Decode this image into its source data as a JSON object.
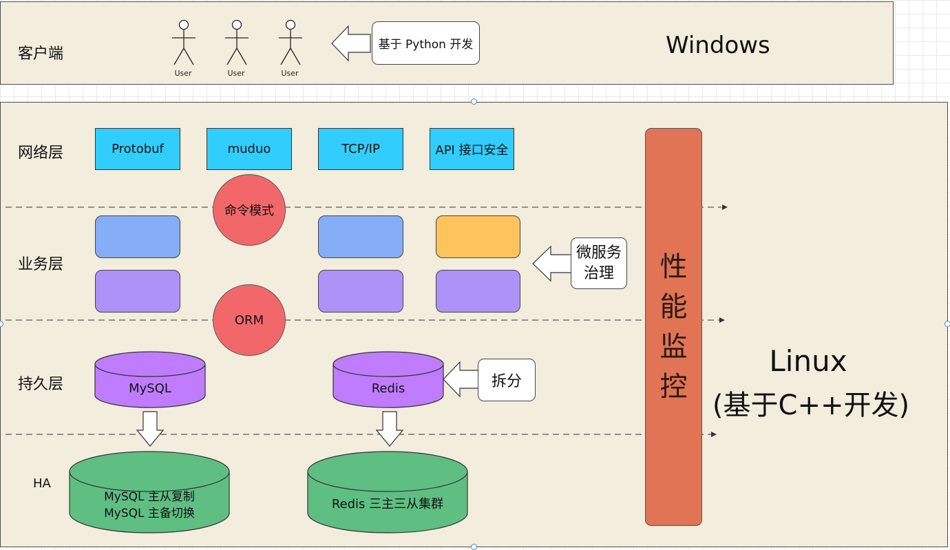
{
  "client": {
    "label": "客户端",
    "users": [
      "User",
      "User",
      "User"
    ],
    "dev_note": "基于 Python 开发",
    "os": "Windows"
  },
  "layers": {
    "network": "网络层",
    "business": "业务层",
    "persistence": "持久层",
    "ha": "HA"
  },
  "network_items": [
    "Protobuf",
    "muduo",
    "TCP/IP",
    "API 接口安全"
  ],
  "patterns": {
    "command": "命令模式",
    "orm": "ORM"
  },
  "microservice_note": "微服务\n治理",
  "storage": {
    "mysql": "MySQL",
    "redis": "Redis",
    "split_note": "拆分",
    "mysql_ha_line1": "MySQL 主从复制",
    "mysql_ha_line2": "MySQL 主备切换",
    "redis_ha": "Redis 三主三从集群"
  },
  "monitor": [
    "性",
    "能",
    "监",
    "控"
  ],
  "server": {
    "os_line1": "Linux",
    "os_line2": "(基于C++开发)"
  },
  "colors": {
    "panel": "#f2eddc",
    "network_box": "#31cdfc",
    "service_blue": "#86aef7",
    "service_purple": "#ae92f7",
    "service_orange": "#fec45c",
    "pattern_circle": "#f2686a",
    "cylinder_purple": "#c07cfe",
    "cylinder_green": "#5fbe82",
    "monitor": "#e07454"
  }
}
